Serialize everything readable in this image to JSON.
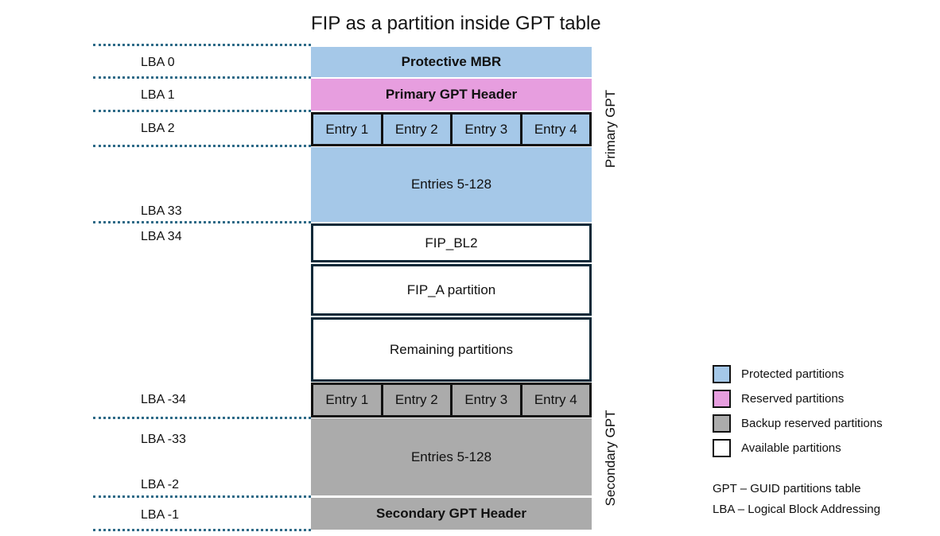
{
  "title": "FIP as a partition inside GPT table",
  "colors": {
    "protected_blue": "#a5c8e8",
    "reserved_pink": "#e79edf",
    "backup_gray": "#ababab",
    "available_white": "#ffffff",
    "box_border_navy": "#0d2938",
    "dotted_line_teal": "#2d6a87",
    "entry_border_black": "#111111"
  },
  "lba_labels": [
    "LBA 0",
    "LBA 1",
    "LBA 2",
    "LBA 33",
    "LBA 34",
    "LBA -34",
    "LBA -33",
    "LBA -2",
    "LBA -1"
  ],
  "stack": {
    "protective_mbr": "Protective MBR",
    "primary_gpt_header": "Primary GPT Header",
    "primary_entries": [
      "Entry 1",
      "Entry 2",
      "Entry 3",
      "Entry 4"
    ],
    "primary_entries_rest": "Entries 5-128",
    "fip_bl2": "FIP_BL2",
    "fip_a_partition": "FIP_A partition",
    "remaining_partitions": "Remaining partitions",
    "secondary_entries": [
      "Entry 1",
      "Entry 2",
      "Entry 3",
      "Entry 4"
    ],
    "secondary_entries_rest": "Entries 5-128",
    "secondary_gpt_header": "Secondary GPT Header"
  },
  "side_labels": {
    "primary": "Primary GPT",
    "secondary": "Secondary GPT"
  },
  "legend": {
    "items": [
      {
        "label": "Protected partitions",
        "color": "#a5c8e8"
      },
      {
        "label": "Reserved partitions",
        "color": "#e79edf"
      },
      {
        "label": "Backup reserved partitions",
        "color": "#ababab"
      },
      {
        "label": "Available partitions",
        "color": "#ffffff"
      }
    ]
  },
  "notes": [
    "GPT – GUID partitions table",
    "LBA – Logical Block Addressing"
  ]
}
